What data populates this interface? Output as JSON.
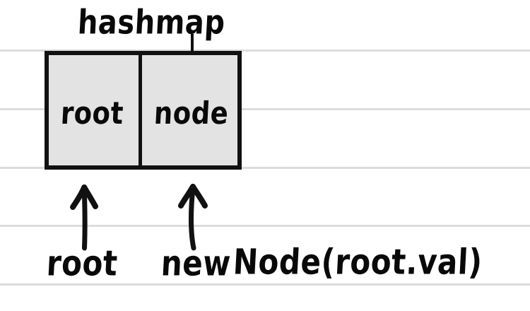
{
  "diagram": {
    "title": "hashmap",
    "table": {
      "cells": [
        {
          "label": "root"
        },
        {
          "label": "node"
        }
      ]
    },
    "annotations": [
      {
        "label": "root"
      },
      {
        "label": "new"
      },
      {
        "label": "Node(root.val)"
      }
    ],
    "arrows": [
      {
        "name": "arrow-to-root-cell",
        "direction": "up"
      },
      {
        "name": "arrow-to-node-cell",
        "direction": "up"
      }
    ],
    "colors": {
      "ink": "#111111",
      "cell_fill": "#e3e3e3",
      "rule_line": "#dcdcdc",
      "background": "#ffffff"
    },
    "rule_lines_y": [
      72,
      155,
      237,
      320,
      403
    ]
  }
}
